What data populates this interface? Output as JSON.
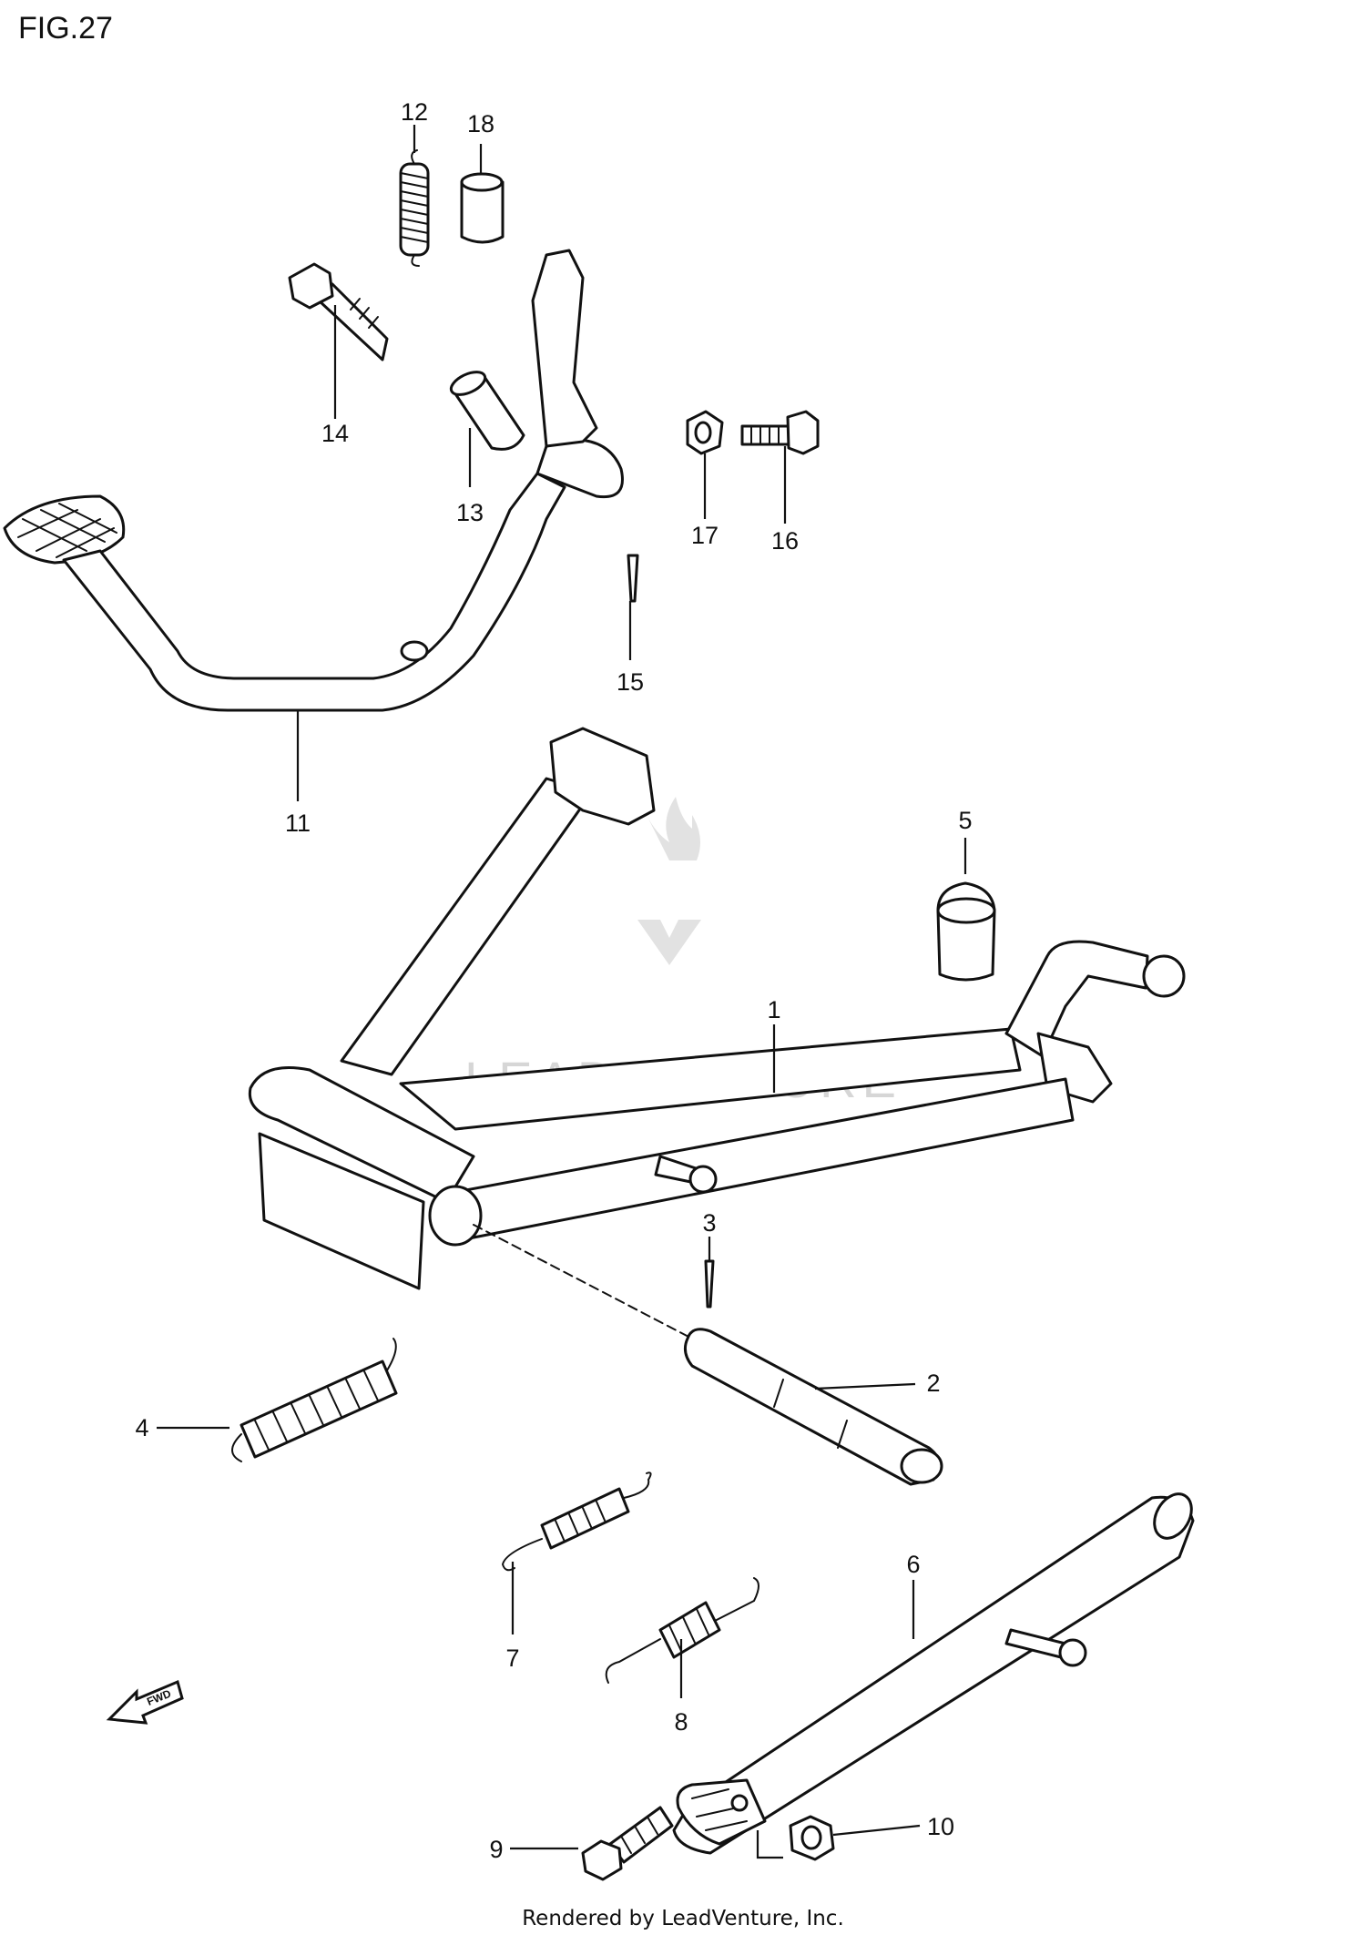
{
  "figure": {
    "title": "FIG.27"
  },
  "callouts": [
    "12",
    "18",
    "14",
    "13",
    "17",
    "16",
    "15",
    "11",
    "5",
    "1",
    "3",
    "2",
    "4",
    "7",
    "8",
    "6",
    "9",
    "10"
  ],
  "watermark": {
    "text": "LEADVENTURE",
    "color": "#d6d6d6"
  },
  "direction_badge": {
    "text": "FWD"
  },
  "footer": {
    "text": "Rendered by LeadVenture, Inc."
  },
  "colors": {
    "line": "#111111",
    "background": "#ffffff"
  }
}
